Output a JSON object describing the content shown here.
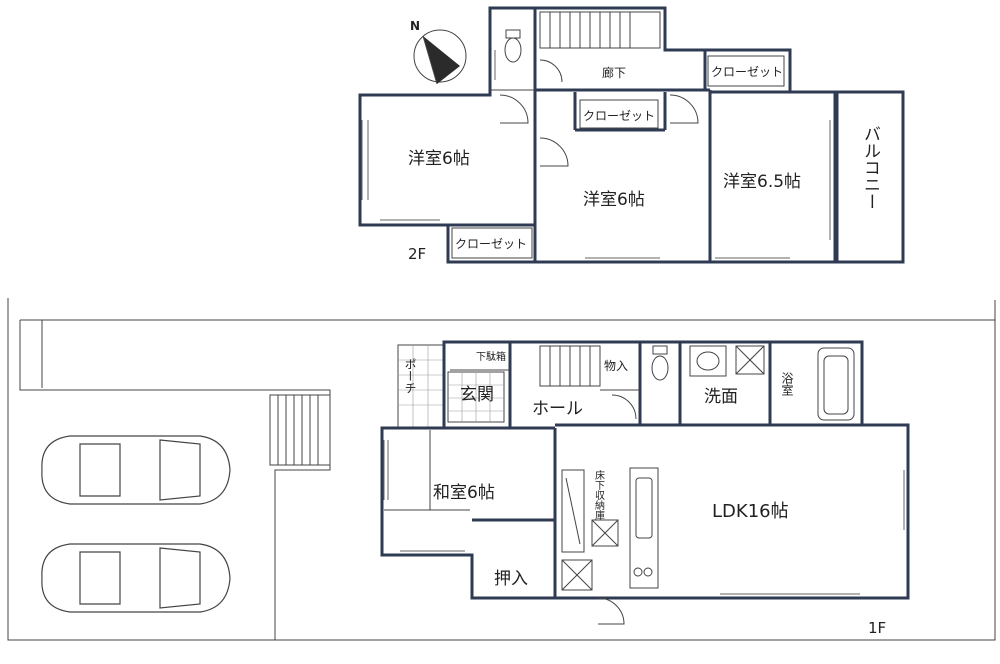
{
  "floor2": {
    "label": "2F",
    "rooms": {
      "western_left": "洋室6帖",
      "western_mid": "洋室6帖",
      "western_right": "洋室6.5帖",
      "corridor": "廊下",
      "closet_top_right": "クローゼット",
      "closet_mid": "クローゼット",
      "closet_bottom_left": "クローゼット",
      "balcony": "バルコニー"
    },
    "compass": {
      "north_letter": "N"
    }
  },
  "floor1": {
    "label": "1F",
    "rooms": {
      "porch": "ポーチ",
      "entrance": "玄関",
      "shoe_box": "下駄箱",
      "hall": "ホール",
      "storage": "物入",
      "washroom": "洗面",
      "bathroom": "浴室",
      "japanese_room": "和室6帖",
      "oshiire": "押入",
      "underfloor_storage": "床下収納庫",
      "ldk": "LDK16帖"
    }
  }
}
